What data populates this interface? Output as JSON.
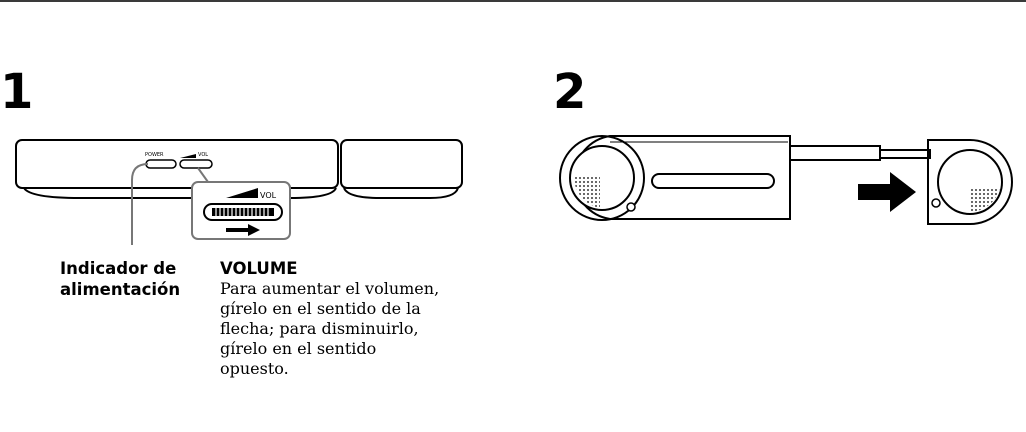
{
  "steps": [
    {
      "number": "1"
    },
    {
      "number": "2"
    }
  ],
  "figure1": {
    "power_label": "POWER",
    "vol_label_small": "VOL",
    "vol_label_callout": "VOL"
  },
  "labels": {
    "indicator_line1": "Indicador de",
    "indicator_line2": "alimentación",
    "volume_heading": "VOLUME",
    "volume_desc": [
      "Para aumentar el volumen,",
      "gírelo en el sentido de la",
      "flecha; para disminuirlo,",
      "gírelo en el sentido",
      "opuesto."
    ]
  },
  "icons": [
    "arrow-right-icon",
    "arrow-right-icon"
  ],
  "colors": {
    "ink": "#000000",
    "rule": "#3a3a3a",
    "gray_line": "#777777"
  }
}
